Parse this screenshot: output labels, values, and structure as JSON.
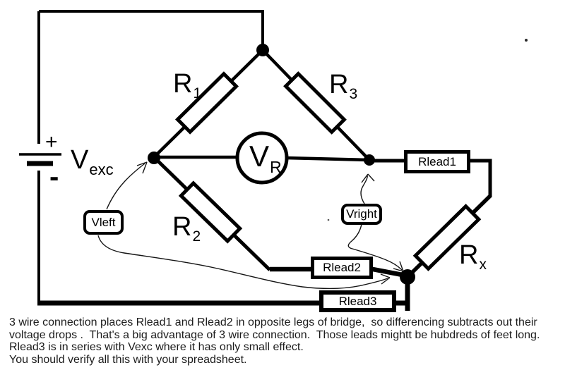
{
  "title": "3-wire Wheatstone bridge connection diagram",
  "colors": {
    "ink": "#000000",
    "background": "#ffffff",
    "note_text": "#1b1b1b"
  },
  "battery": {
    "plus": "+",
    "minus": "-",
    "label_base": "V",
    "label_sub": "exc"
  },
  "bridge": {
    "r1": {
      "base": "R",
      "sub": "1"
    },
    "r2": {
      "base": "R",
      "sub": "2"
    },
    "r3": {
      "base": "R",
      "sub": "3"
    },
    "rx": {
      "base": "R",
      "sub": "x"
    },
    "meter": {
      "base": "V",
      "sub": "R"
    }
  },
  "leads": {
    "rlead1": "Rlead1",
    "rlead2": "Rlead2",
    "rlead3": "Rlead3"
  },
  "probes": {
    "vleft": "Vleft",
    "vright": "Vright"
  },
  "notes": {
    "line1": "3 wire connection places Rlead1 and Rlead2 in opposite legs of bridge,  so differencing subtracts out their",
    "line2": "voltage drops .  That's a big advantage of 3 wire connection.  Those leads mightt be hubdreds of feet long.",
    "line3": "Rlead3 is in series with Vexc where it has only small effect.",
    "line4": "You should verify all this with your spreadsheet."
  }
}
